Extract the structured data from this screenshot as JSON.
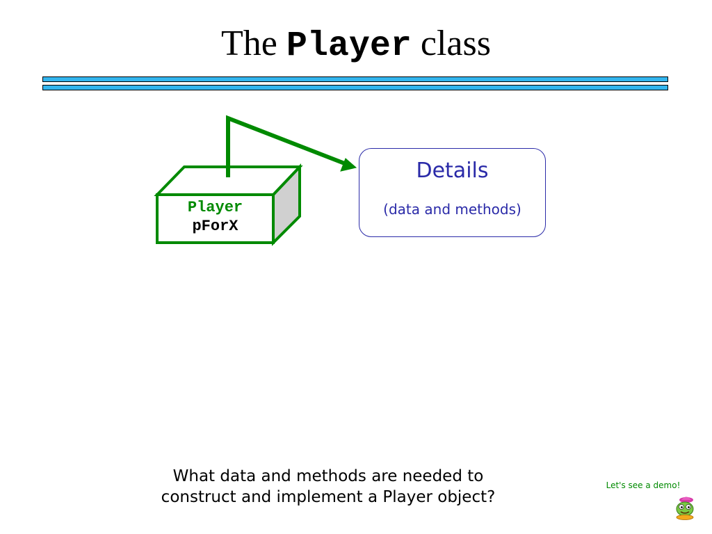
{
  "title": {
    "prefix": "The",
    "code": "Player",
    "suffix": "class"
  },
  "diagram": {
    "object_box": {
      "type_label": "Player",
      "variable_label": "pForX"
    },
    "details_box": {
      "heading": "Details",
      "subheading": "(data and methods)"
    }
  },
  "question": {
    "line1": "What data and methods are needed to",
    "line2": "construct and implement a Player object?"
  },
  "demo_link": "Let's see a demo!",
  "icons": {
    "mascot": "alien-mascot-icon"
  },
  "colors": {
    "box_green": "#008a00",
    "details_blue": "#2a2aa8",
    "rule_blue": "#33b5ee",
    "box_side_gray": "#d0d0d0"
  }
}
